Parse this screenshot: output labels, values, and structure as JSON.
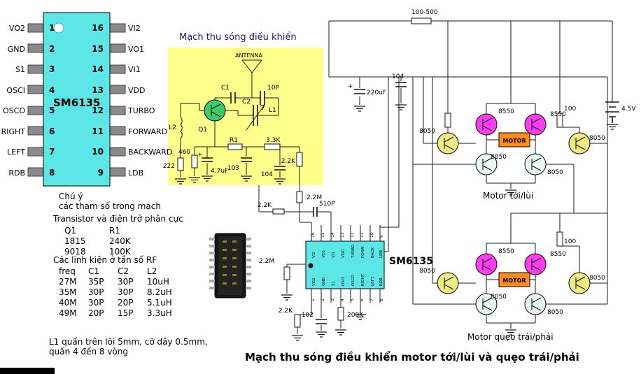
{
  "title": "Mạch thu sóng điều khiển motor tới/lùi và quẹo trái/phải",
  "pinout": {
    "chip_name": "SM6135",
    "left_pins": [
      {
        "num": "1",
        "label": "VO2"
      },
      {
        "num": "2",
        "label": "GND"
      },
      {
        "num": "3",
        "label": "S1"
      },
      {
        "num": "4",
        "label": "OSCI"
      },
      {
        "num": "5",
        "label": "OSCO"
      },
      {
        "num": "6",
        "label": "RIGHT"
      },
      {
        "num": "7",
        "label": "LEFT"
      },
      {
        "num": "8",
        "label": "RDB"
      }
    ],
    "right_pins": [
      {
        "num": "16",
        "label": "VI2"
      },
      {
        "num": "15",
        "label": "VO1"
      },
      {
        "num": "14",
        "label": "VI1"
      },
      {
        "num": "13",
        "label": "VDD"
      },
      {
        "num": "12",
        "label": "TURBO"
      },
      {
        "num": "11",
        "label": "FORWARD"
      },
      {
        "num": "10",
        "label": "BACKWARD"
      },
      {
        "num": "9",
        "label": "LDB"
      }
    ]
  },
  "receiver": {
    "heading": "Mạch thu sóng điều khiển",
    "antenna": "ANTENNA",
    "c1": "C1",
    "q1": "Q1",
    "c2": "C2",
    "l1": "L1",
    "cap_10p": "10P",
    "l2": "L2",
    "r_222": "222",
    "r_460": "460",
    "plus": "+",
    "cap_4u7": "4.7uF",
    "r1": "R1",
    "cap_103": "103",
    "r_3k3": "3.3K",
    "cap_104": "104",
    "r_2k2": "2.2K"
  },
  "power": {
    "r_100_500": "100-500",
    "plus": "+",
    "cap_220uF": "220uF",
    "cap_104": "104",
    "battery": "4.5V"
  },
  "mid": {
    "r_2m2_a": "2.2M",
    "r_2k2_a": "2.2K",
    "cap_510p": "510P",
    "r_2m2_b": "2.2M",
    "r_2k2_b": "2.2K",
    "cap_102": "102",
    "r_200k": "200K"
  },
  "chip2": {
    "name": "SM6135",
    "top_pin_numbers": [
      "16",
      "15",
      "14",
      "13",
      "12",
      "11",
      "10",
      "9"
    ],
    "bottom_pin_numbers": [
      "1",
      "2",
      "3",
      "4",
      "5",
      "6",
      "7",
      "8"
    ],
    "top_labels": [
      "VI2",
      "VO1",
      "VI1",
      "VDD",
      "TURBO",
      "FORW",
      "BACK",
      "LDB"
    ],
    "bottom_labels": [
      "VO2",
      "GND",
      "S1",
      "OSCI",
      "OSCO",
      "RIGHT",
      "LEFT",
      "RDB"
    ]
  },
  "bridge1": {
    "caption": "Motor tới/lùi",
    "motor": "MOTOR",
    "r_right": "100",
    "q_top_left": "8550",
    "q_top_right": "8550",
    "q_side_left": "8050",
    "q_side_right": "8050",
    "q_bot_left": "8050",
    "q_bot_right": "8050"
  },
  "bridge2": {
    "caption": "Motor quẹo trái/phải",
    "motor": "MOTOR",
    "r_right": "100",
    "q_top_left": "8550",
    "q_top_right": "8550",
    "q_side_left": "8050",
    "q_side_right": "8050",
    "q_bot_left": "8050",
    "q_bot_right": "8050"
  },
  "notes": {
    "line1": "Chú ý",
    "line2": "các tham số trong mạch",
    "bias_heading": "Transistor và điện trở phân cực",
    "bias_cols": [
      "Q1",
      "R1"
    ],
    "bias_rows": [
      [
        "1815",
        "240K"
      ],
      [
        "9018",
        "100K"
      ]
    ],
    "rf_heading": "Các linh kiện ở tần số RF",
    "rf_cols": [
      "freq",
      "C1",
      "C2",
      "L2"
    ],
    "rf_rows": [
      [
        "27M",
        "35P",
        "30P",
        "10uH"
      ],
      [
        "35M",
        "30P",
        "30P",
        "8.2uH"
      ],
      [
        "40M",
        "30P",
        "20P",
        "5.1uH"
      ],
      [
        "49M",
        "20P",
        "15P",
        "3.3uH"
      ]
    ],
    "l1_line1": "L1 quấn trên lõi 5mm, cỡ dây 0.5mm,",
    "l1_line2": "quấn 4 đến 8 vòng"
  }
}
